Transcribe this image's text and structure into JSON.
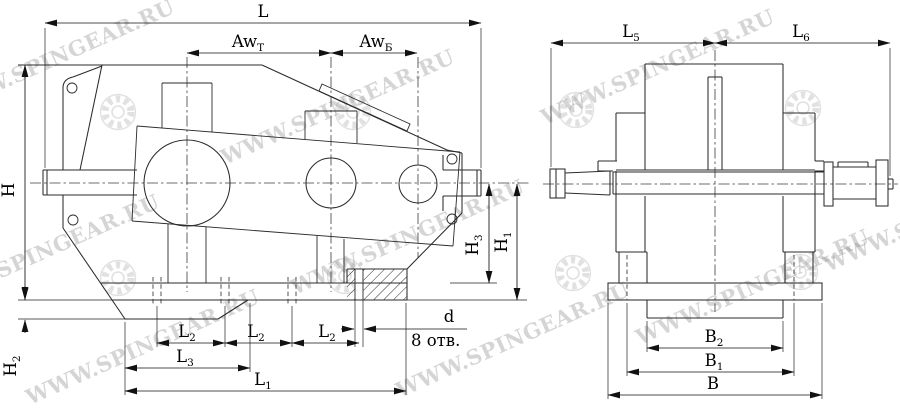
{
  "title": "gear-reducer-technical-drawing",
  "watermark": {
    "text": "WWW.SPINGEAR.RU"
  },
  "colors": {
    "line": "#2b2b2b",
    "dimension": "#111111",
    "watermark": "#8a8a8a",
    "background": "#ffffff"
  },
  "dims": {
    "L": {
      "base": "L",
      "sub": ""
    },
    "AwT": {
      "base": "Aw",
      "sub": "Т"
    },
    "AwB": {
      "base": "Aw",
      "sub": "Б"
    },
    "H": {
      "base": "H",
      "sub": ""
    },
    "H1": {
      "base": "H",
      "sub": "1"
    },
    "H2": {
      "base": "H",
      "sub": "2"
    },
    "H3": {
      "base": "H",
      "sub": "3"
    },
    "L1": {
      "base": "L",
      "sub": "1"
    },
    "L2": {
      "base": "L",
      "sub": "2"
    },
    "L3": {
      "base": "L",
      "sub": "3"
    },
    "L5": {
      "base": "L",
      "sub": "5"
    },
    "L6": {
      "base": "L",
      "sub": "6"
    },
    "B": {
      "base": "B",
      "sub": ""
    },
    "B1": {
      "base": "B",
      "sub": "1"
    },
    "B2": {
      "base": "B",
      "sub": "2"
    },
    "d": {
      "base": "d",
      "sub": ""
    },
    "holes_note": "8 отв."
  }
}
